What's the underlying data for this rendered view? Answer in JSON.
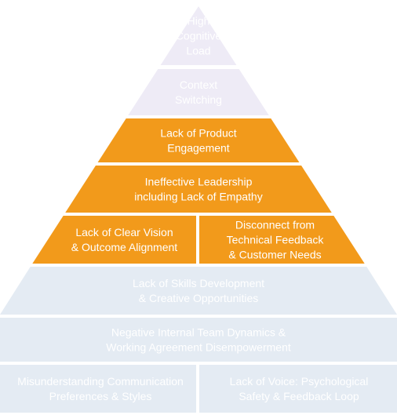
{
  "colors": {
    "tier_lavender": "#EEEBF6",
    "tier_orange": "#F29A1B",
    "tier_blue": "#E4EBF3",
    "text_on_orange": "#FFFFFF",
    "text_on_light": "#FFFFFF",
    "separator": "#FFFFFF"
  },
  "pyramid": {
    "tiers": [
      {
        "cells": [
          {
            "lines": [
              "High",
              "Cognitive",
              "Load"
            ]
          }
        ]
      },
      {
        "cells": [
          {
            "lines": [
              "Context",
              "Switching"
            ]
          }
        ]
      },
      {
        "cells": [
          {
            "lines": [
              "Lack of Product",
              "Engagement"
            ]
          }
        ]
      },
      {
        "cells": [
          {
            "lines": [
              "Ineffective Leadership",
              "including Lack of Empathy"
            ]
          }
        ]
      },
      {
        "cells": [
          {
            "lines": [
              "Lack of Clear Vision",
              "& Outcome Alignment"
            ]
          },
          {
            "lines": [
              "Disconnect from",
              "Technical Feedback",
              "& Customer Needs"
            ]
          }
        ]
      },
      {
        "cells": [
          {
            "lines": [
              "Lack of Skills Development",
              "& Creative Opportunities"
            ]
          }
        ]
      },
      {
        "cells": [
          {
            "lines": [
              "Negative Internal Team Dynamics &",
              "Working Agreement Disempowerment"
            ]
          }
        ]
      },
      {
        "cells": [
          {
            "lines": [
              "Misunderstanding Communication",
              "Preferences & Styles"
            ]
          },
          {
            "lines": [
              "Lack of Voice: Psychological",
              "Safety & Feedback Loop"
            ]
          }
        ]
      }
    ]
  }
}
